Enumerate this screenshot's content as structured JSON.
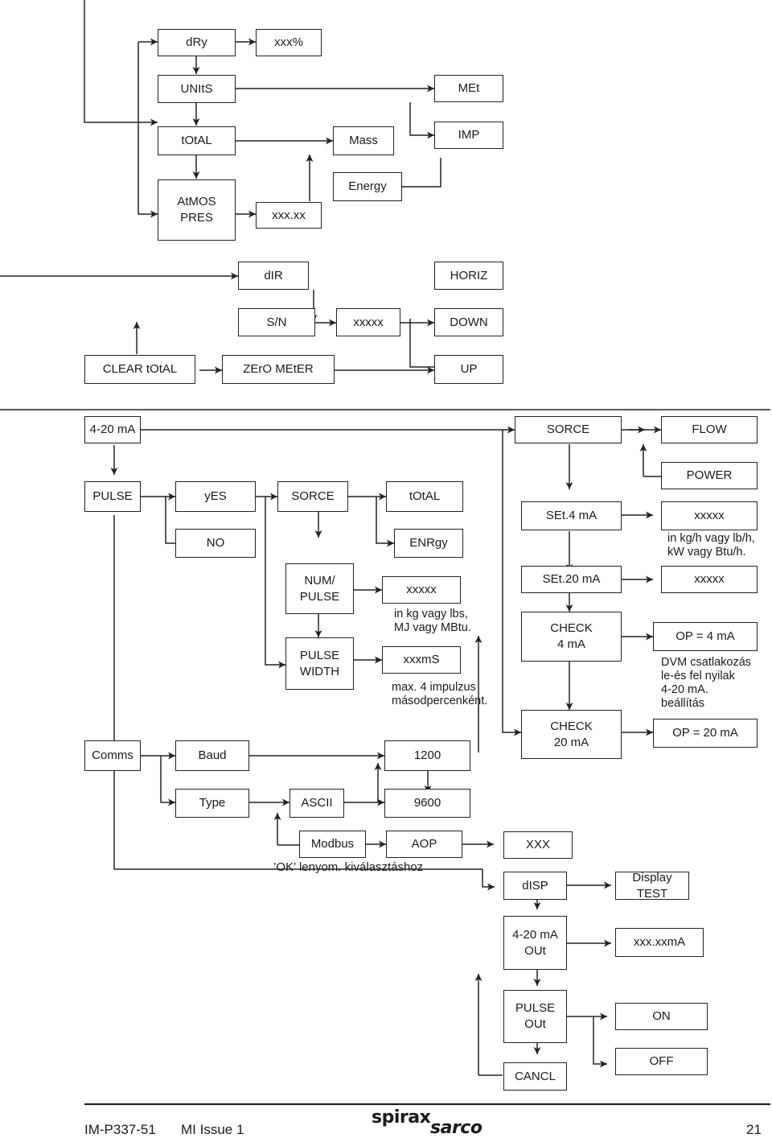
{
  "boxes": {
    "dry": "dRy",
    "dry_val": "xxx%",
    "units": "UNItS",
    "met": "MEt",
    "imp": "IMP",
    "total": "tOtAL",
    "mass": "Mass",
    "energy": "Energy",
    "atmos": "AtMOS\nPRES",
    "atmos_val": "xxx.xx",
    "dir": "dIR",
    "horiz": "HORIZ",
    "sn": "S/N",
    "sn_val": "xxxxx",
    "down": "DOWN",
    "clear_total": "CLEAR tOtAL",
    "zero_meter": "ZErO MEtER",
    "up": "UP",
    "ma_4_20": "4-20 mA",
    "sorce_top": "SORCE",
    "flow": "FLOW",
    "power": "POWER",
    "pulse": "PULSE",
    "yes": "yES",
    "sorce_pulse": "SORCE",
    "total_pulse": "tOtAL",
    "no": "NO",
    "enrgy": "ENRgy",
    "num_pulse": "NUM/\nPULSE",
    "xxxxx_pulse": "xxxxx",
    "pulse_width": "PULSE\nWIDTH",
    "xxxms": "xxxmS",
    "set4": "SEt.4 mA",
    "set4_val": "xxxxx",
    "set20": "SEt.20 mA",
    "set20_val": "xxxxx",
    "check4": "CHECK\n4 mA",
    "op4": "OP = 4 mA",
    "check20": "CHECK\n20 mA",
    "op20": "OP = 20 mA",
    "comms": "Comms",
    "baud": "Baud",
    "baud_1200": "1200",
    "type": "Type",
    "ascii": "ASCII",
    "baud_9600": "9600",
    "modbus": "Modbus",
    "aop": "AOP",
    "aop_val": "XXX",
    "disp": "dISP",
    "display_test": "Display TEST",
    "out_4_20": "4-20 mA\nOUt",
    "out_val": "xxx.xxmA",
    "pulse_out": "PULSE\nOUt",
    "on": "ON",
    "off": "OFF",
    "cancl": "CANCL"
  },
  "notes": {
    "units_kg": "in kg/h vagy lb/h,\nkW vagy Btu/h.",
    "units_lbs": "in kg vagy lbs,\nMJ vagy MBtu.",
    "max_pulse": "max. 4 impulzus\nmásodpercenként.",
    "dvm": "DVM csatlakozás\nle-és fel nyilak\n 4-20 mA.\nbeállítás",
    "ok_press": "’OK’ lenyom. kiválasztáshoz"
  },
  "footer": {
    "doc_id": "IM-P337-51",
    "issue": "MI Issue 1",
    "page": "21",
    "logo_top": "spirax",
    "logo_bottom": "sarco"
  },
  "colors": {
    "line": "#222222",
    "text": "#1a1a1a"
  }
}
